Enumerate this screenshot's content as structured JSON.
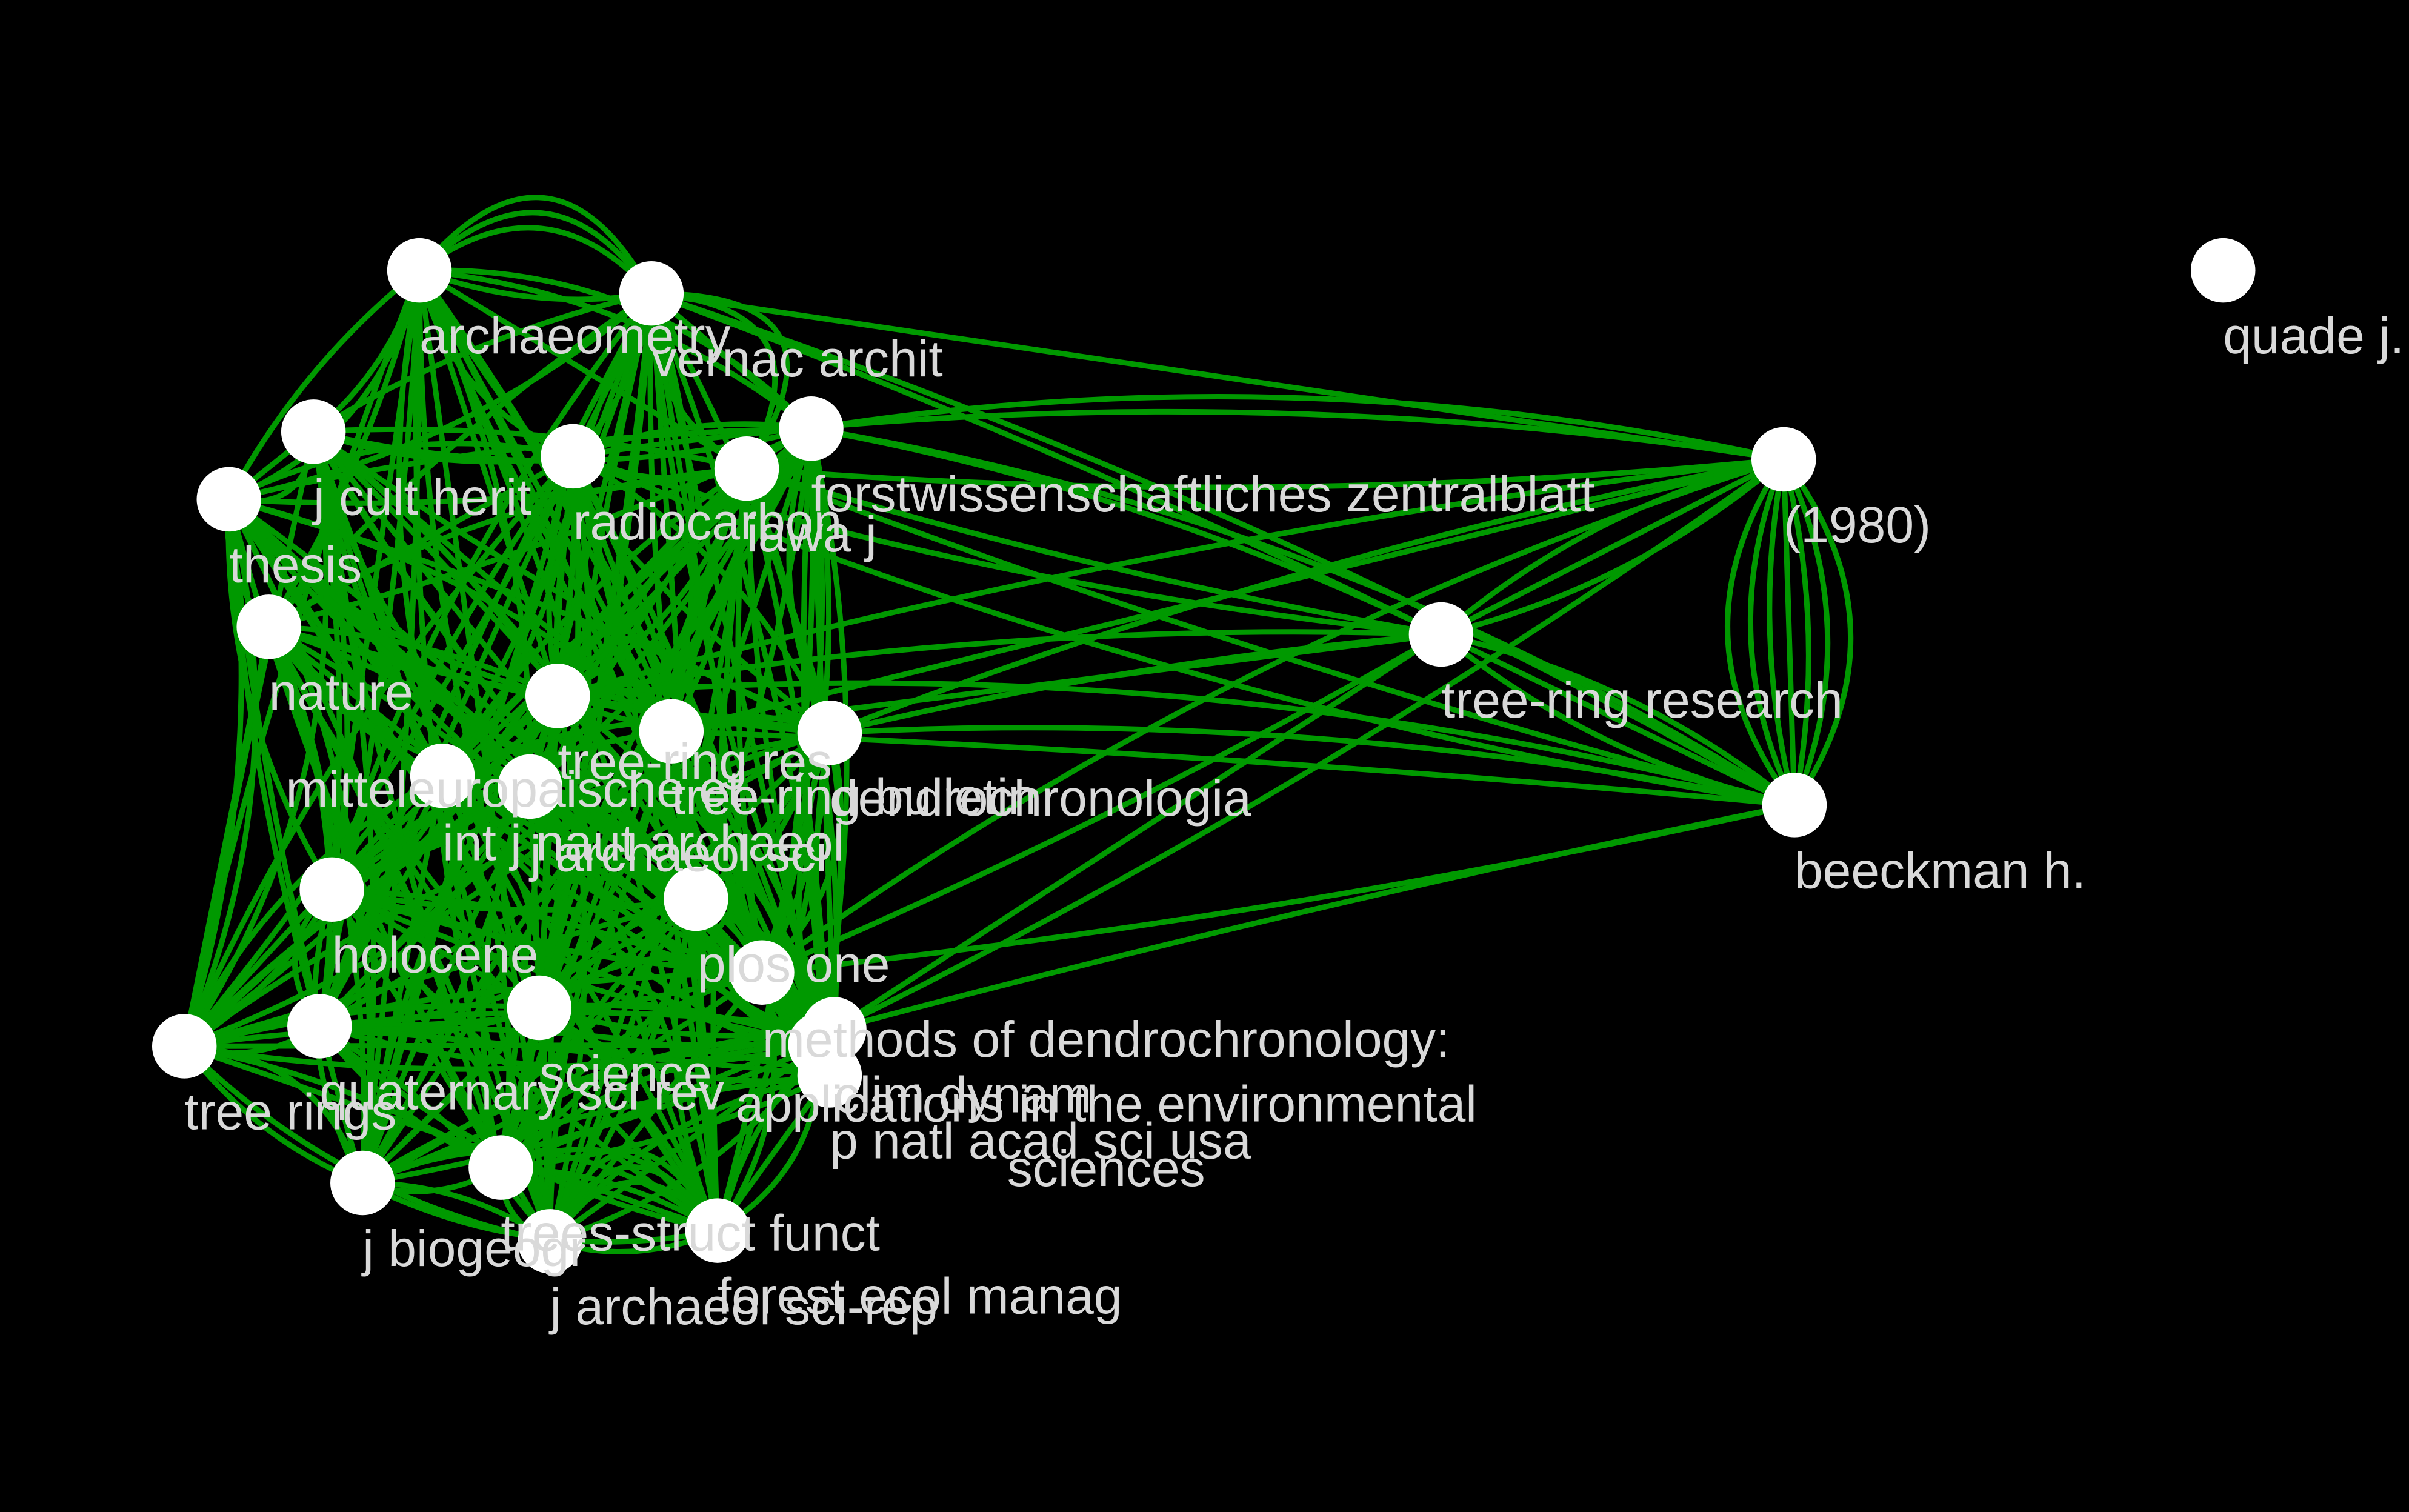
{
  "colors": {
    "background": "#000000",
    "edge": "#009900",
    "node": "#ffffff",
    "label": "#d9d9d9"
  },
  "nodes": [
    {
      "id": "n1",
      "label": "archaeometry"
    },
    {
      "id": "n2",
      "label": "vernac archit"
    },
    {
      "id": "n3",
      "label": "j cult herit"
    },
    {
      "id": "n4",
      "label": "radiocarbon"
    },
    {
      "id": "n5",
      "label": "iawa j"
    },
    {
      "id": "n6",
      "label": "forstwissenschaftliches zentralblatt"
    },
    {
      "id": "n7",
      "label": "thesis"
    },
    {
      "id": "n8",
      "label": "nature"
    },
    {
      "id": "n9",
      "label": "mitteleuropaische et"
    },
    {
      "id": "n10",
      "label": "tree-ring res"
    },
    {
      "id": "n11",
      "label": "int j naut archaeol"
    },
    {
      "id": "n12",
      "label": "tree-ring bulletin"
    },
    {
      "id": "n13",
      "label": "j archaeol sci"
    },
    {
      "id": "n14",
      "label": "dendrochronologia"
    },
    {
      "id": "n15",
      "label": "holocene"
    },
    {
      "id": "n16",
      "label": "plos one"
    },
    {
      "id": "n17",
      "label": "tree rings"
    },
    {
      "id": "n18",
      "label": "quaternary sci rev"
    },
    {
      "id": "n19",
      "label": "science"
    },
    {
      "id": "n20",
      "label": "clim dynam"
    },
    {
      "id": "n21",
      "label": "methods of dendrochronology:\napplications in the environmental\nsciences"
    },
    {
      "id": "n22",
      "label": "p natl acad sci usa"
    },
    {
      "id": "n23",
      "label": "j biogeogr"
    },
    {
      "id": "n24",
      "label": "trees-struct funct"
    },
    {
      "id": "n25",
      "label": "j archaeol sci-rep"
    },
    {
      "id": "n26",
      "label": "forest ecol manag"
    },
    {
      "id": "n27",
      "label": "tree-ring research"
    },
    {
      "id": "n28",
      "label": "(1980)"
    },
    {
      "id": "n29",
      "label": "beeckman h."
    },
    {
      "id": "n30",
      "label": "quade j."
    }
  ]
}
